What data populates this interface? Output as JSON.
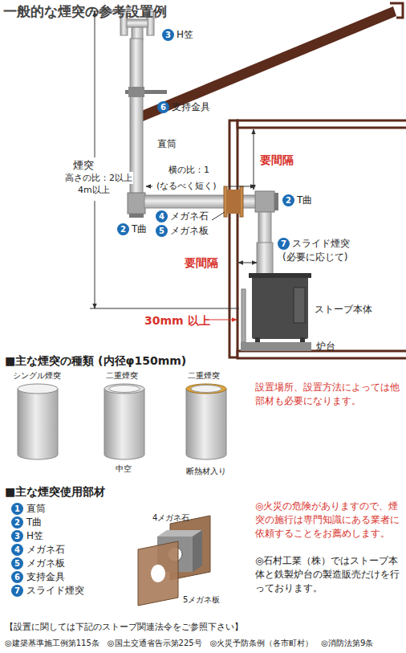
{
  "diagram": {
    "title": "一般的な煙突の参考設置例",
    "labels": [
      "3",
      "H笠",
      "6",
      "支持金具",
      "直筒",
      "煙突",
      "高さの比：2以上",
      "4m以上",
      "横の比：1",
      "(なるべく短く)",
      "2",
      "T曲",
      "4",
      "メガネ石",
      "5",
      "メガネ板",
      "要間隔",
      "2",
      "T曲",
      "7",
      "スライド煙突",
      "(必要に応じて)",
      "要間隔",
      "ストーブ本体",
      "30mm 以上",
      "炉台",
      "■主な煙突の種類 (内径φ150mm)",
      "シングル煙突",
      "二重煙突",
      "二重煙突",
      "中空",
      "断熱材入り",
      "設置場所、設置方法によっては他部材も必要になります。",
      "■主な煙突使用部材",
      "1",
      "直筒",
      "2",
      "T曲",
      "3",
      "H笠",
      "4",
      "メガネ石",
      "5",
      "メガネ板",
      "6",
      "支持金具",
      "7",
      "スライド煙突",
      "4メガネ石",
      "5メガネ板",
      "◎火災の危険がありますので、煙突の施行は専門知識にある業者に依頼することをお薦めします。",
      "◎石村工業（株）ではストーブ本体と鉄製炉台の製造販売だけを行っております。",
      "【設置に関しては下記のストーブ関連法令をご参照下さい】",
      "◎建築基準施工例第115条",
      "◎国土交通省告示第225号",
      "◎火災予防条例（各市町村）",
      "◎消防法第9条"
    ]
  }
}
